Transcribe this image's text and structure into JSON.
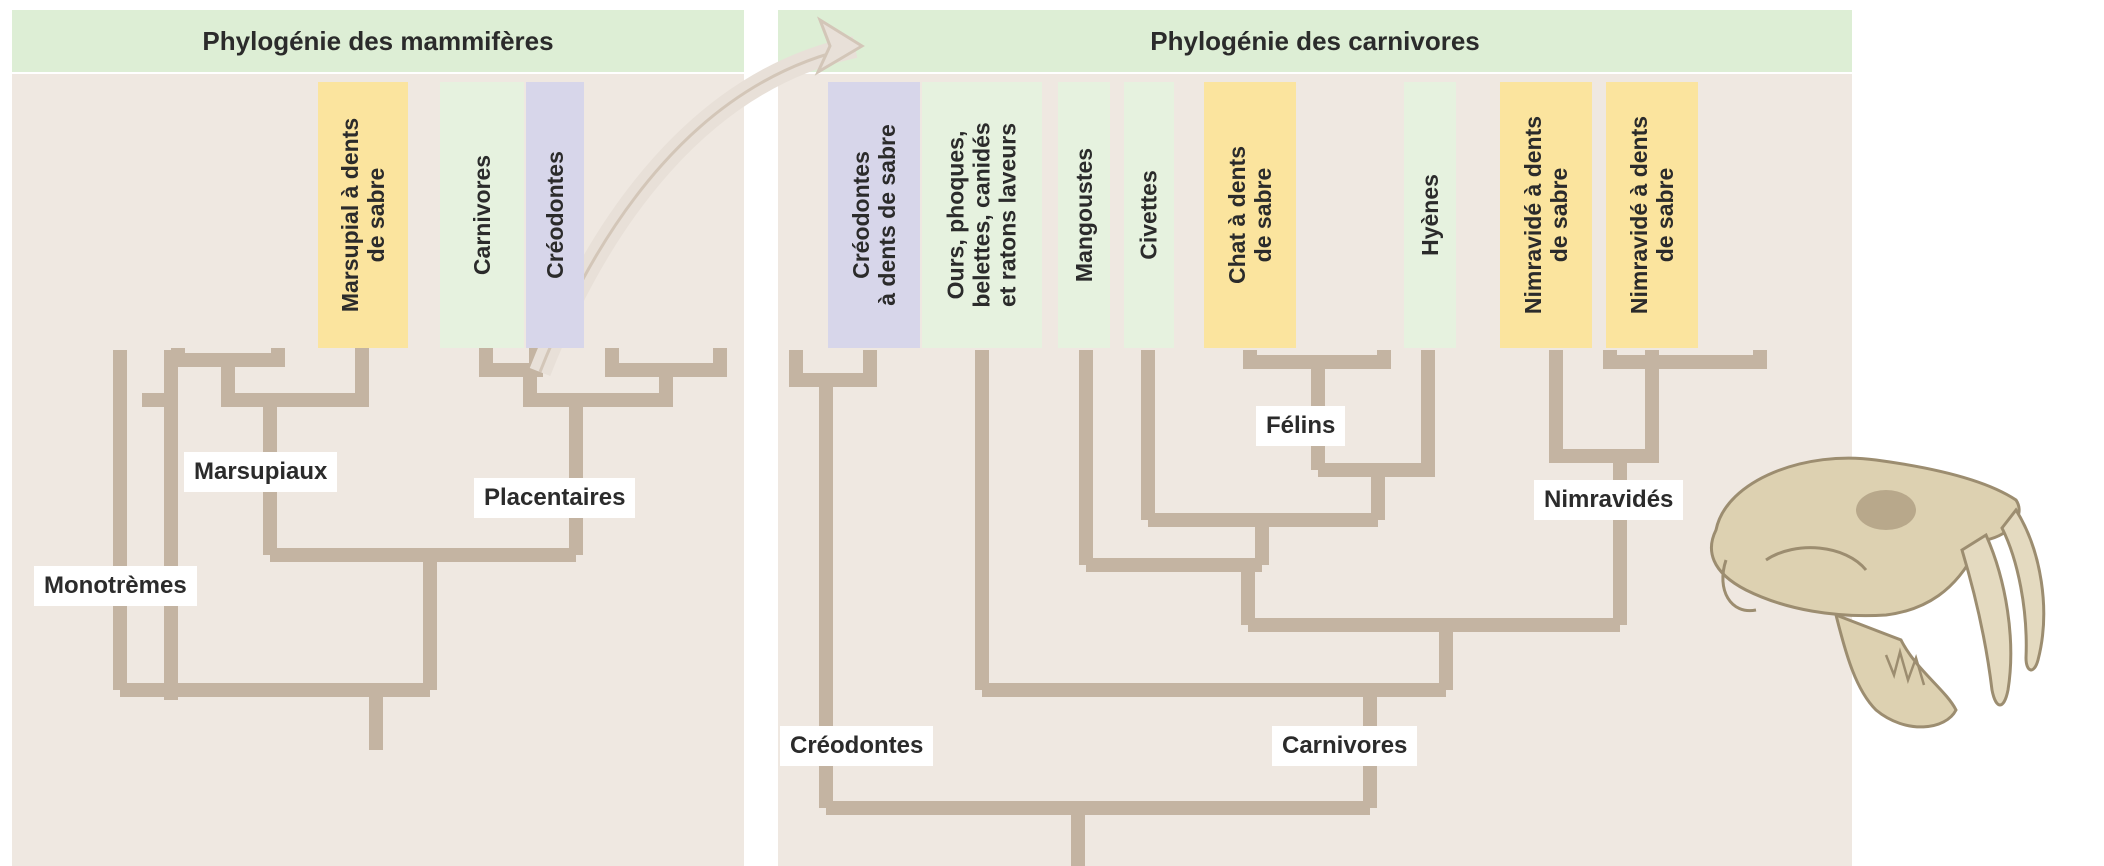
{
  "mammals": {
    "title": "Phylogénie des mammifères",
    "tips": [
      {
        "label": "Marsupial à dents\nde sabre",
        "kind": "sabre"
      },
      {
        "label": "Carnivores",
        "kind": "carnivore"
      },
      {
        "label": "Créodontes",
        "kind": "creodont"
      }
    ],
    "nodes": {
      "marsupials": "Marsupiaux",
      "placentals": "Placentaires",
      "monotremes": "Monotrèmes"
    }
  },
  "carnivores": {
    "title": "Phylogénie des carnivores",
    "tips": [
      {
        "label": "Créodontes\nà dents de sabre",
        "kind": "creodont"
      },
      {
        "label": "Ours, phoques,\nbelettes, canidés\net ratons laveurs",
        "kind": "carnivore"
      },
      {
        "label": "Mangoustes",
        "kind": "carnivore"
      },
      {
        "label": "Civettes",
        "kind": "carnivore"
      },
      {
        "label": "Chat à dents\nde sabre",
        "kind": "sabre"
      },
      {
        "label": "Hyènes",
        "kind": "carnivore"
      },
      {
        "label": "Nimravidé à dents\nde sabre",
        "kind": "sabre"
      },
      {
        "label": "Nimravidé à dents\nde sabre",
        "kind": "sabre"
      }
    ],
    "nodes": {
      "felins": "Félins",
      "nimravides": "Nimravidés",
      "creodonts": "Créodontes",
      "carnivores": "Carnivores"
    }
  },
  "colors": {
    "panel": "#efe8e1",
    "header": "#ddeed5",
    "branch": "#c4b4a2",
    "sabre": "#fbe49e",
    "carnivore": "#e6f2df",
    "creodont": "#d7d6ea",
    "node_bg": "#ffffff"
  }
}
